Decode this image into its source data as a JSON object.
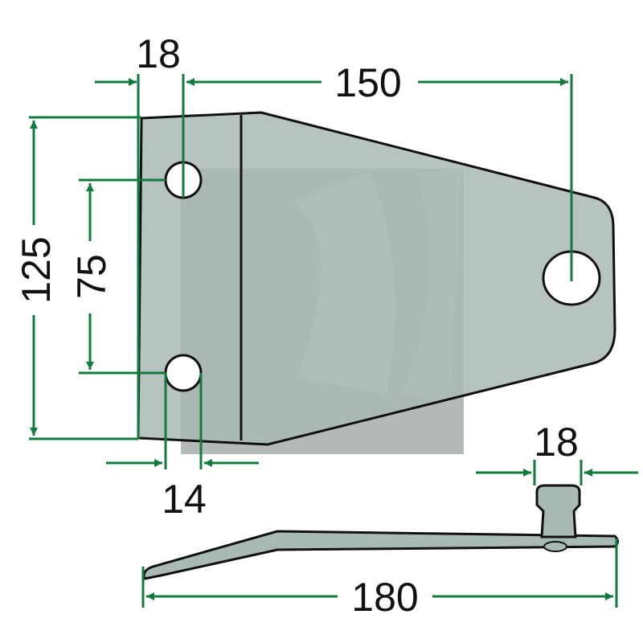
{
  "colors": {
    "dimension_line": "#137a3d",
    "part_fill": "#a9b9b3",
    "part_outline": "#111111",
    "watermark": "#9aa39f"
  },
  "dimensions": {
    "top_hole_offset": "18",
    "hole_to_mount_distance": "150",
    "total_height": "125",
    "hole_spacing": "75",
    "hole_diameter": "14",
    "bolt_head_width": "18",
    "total_length": "180"
  }
}
